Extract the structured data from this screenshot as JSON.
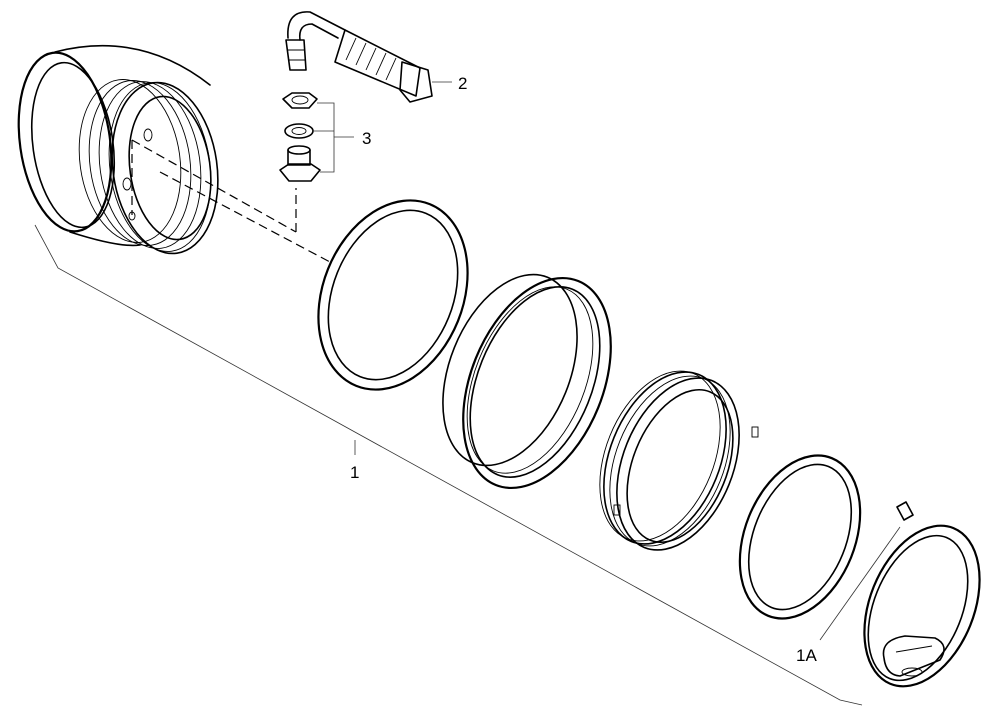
{
  "callouts": {
    "c1": "1",
    "c1a": "1A",
    "c2": "2",
    "c3": "3"
  },
  "colors": {
    "line": "#000000",
    "background": "#ffffff"
  }
}
